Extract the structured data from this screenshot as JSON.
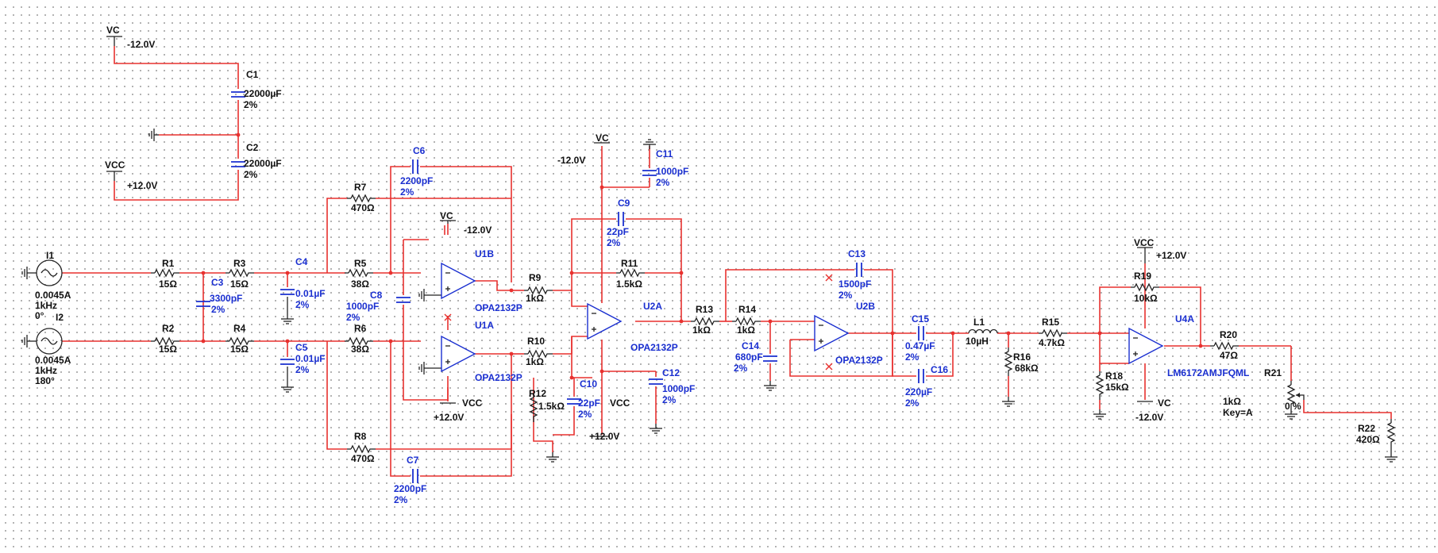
{
  "components": {
    "C1": {
      "ref": "C1",
      "value": "22000µF",
      "tol": "2%"
    },
    "C2": {
      "ref": "C2",
      "value": "22000µF",
      "tol": "2%"
    },
    "C3": {
      "ref": "C3",
      "value": "3300pF",
      "tol": "2%"
    },
    "C4": {
      "ref": "C4",
      "value": "0.01µF",
      "tol": "2%"
    },
    "C5": {
      "ref": "C5",
      "value": "0.01µF",
      "tol": "2%"
    },
    "C6": {
      "ref": "C6",
      "value": "2200pF",
      "tol": "2%"
    },
    "C7": {
      "ref": "C7",
      "value": "2200pF",
      "tol": "2%"
    },
    "C8": {
      "ref": "C8",
      "value": "1000pF",
      "tol": "2%"
    },
    "C9": {
      "ref": "C9",
      "value": "22pF",
      "tol": "2%"
    },
    "C10": {
      "ref": "C10",
      "value": "22pF",
      "tol": "2%"
    },
    "C11": {
      "ref": "C11",
      "value": "1000pF",
      "tol": "2%"
    },
    "C12": {
      "ref": "C12",
      "value": "1000pF",
      "tol": "2%"
    },
    "C13": {
      "ref": "C13",
      "value": "1500pF",
      "tol": "2%"
    },
    "C14": {
      "ref": "C14",
      "value": "680pF",
      "tol": "2%"
    },
    "C15": {
      "ref": "C15",
      "value": "0.47µF",
      "tol": "2%"
    },
    "C16": {
      "ref": "C16",
      "value": "220µF",
      "tol": "2%"
    },
    "R1": {
      "ref": "R1",
      "value": "15Ω"
    },
    "R2": {
      "ref": "R2",
      "value": "15Ω"
    },
    "R3": {
      "ref": "R3",
      "value": "15Ω"
    },
    "R4": {
      "ref": "R4",
      "value": "15Ω"
    },
    "R5": {
      "ref": "R5",
      "value": "38Ω"
    },
    "R6": {
      "ref": "R6",
      "value": "38Ω"
    },
    "R7": {
      "ref": "R7",
      "value": "470Ω"
    },
    "R8": {
      "ref": "R8",
      "value": "470Ω"
    },
    "R9": {
      "ref": "R9",
      "value": "1kΩ"
    },
    "R10": {
      "ref": "R10",
      "value": "1kΩ"
    },
    "R11": {
      "ref": "R11",
      "value": "1.5kΩ"
    },
    "R12": {
      "ref": "R12",
      "value": "1.5kΩ"
    },
    "R13": {
      "ref": "R13",
      "value": "1kΩ"
    },
    "R14": {
      "ref": "R14",
      "value": "1kΩ"
    },
    "R15": {
      "ref": "R15",
      "value": "4.7kΩ"
    },
    "R16": {
      "ref": "R16",
      "value": "68kΩ"
    },
    "R18": {
      "ref": "R18",
      "value": "15kΩ"
    },
    "R19": {
      "ref": "R19",
      "value": "10kΩ"
    },
    "R20": {
      "ref": "R20",
      "value": "47Ω"
    },
    "R21": {
      "ref": "R21",
      "value": "1kΩ",
      "key": "Key=A",
      "pct": "0 %"
    },
    "R22": {
      "ref": "R22",
      "value": "420Ω"
    },
    "L1": {
      "ref": "L1",
      "value": "10µH"
    },
    "I1": {
      "ref": "I1",
      "amp": "0.0045A",
      "freq": "1kHz",
      "phase": "0°"
    },
    "I2": {
      "ref": "I2",
      "amp": "0.0045A",
      "freq": "1kHz",
      "phase": "180°"
    },
    "U1A": {
      "ref": "U1A",
      "part": "OPA2132P"
    },
    "U1B": {
      "ref": "U1B",
      "part": "OPA2132P"
    },
    "U2A": {
      "ref": "U2A",
      "part": "OPA2132P"
    },
    "U2B": {
      "ref": "U2B",
      "part": "OPA2132P"
    },
    "U4A": {
      "ref": "U4A",
      "part": "LM6172AMJFQML"
    }
  },
  "power": {
    "vc": "VC",
    "vcc": "VCC",
    "neg12": "-12.0V",
    "pos12": "+12.0V"
  },
  "colors": {
    "wire": "#e8312f",
    "component": "#1a2fd0",
    "symbol": "#222222"
  }
}
